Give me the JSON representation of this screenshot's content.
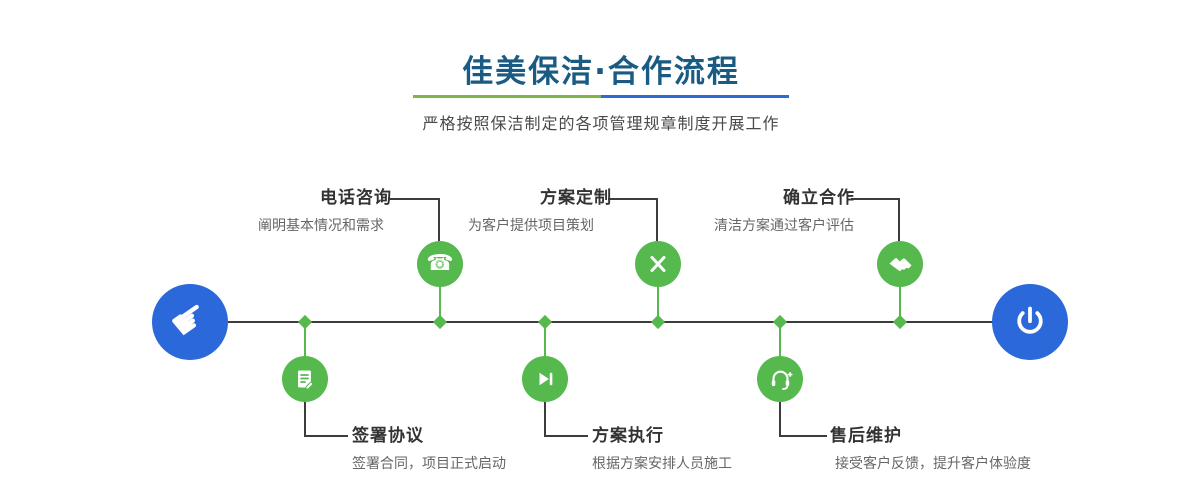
{
  "header": {
    "title": "佳美保洁·合作流程",
    "subtitle": "严格按照保洁制定的各项管理规章制度开展工作"
  },
  "process": {
    "start": {
      "icon": "hand-pointer-icon"
    },
    "end": {
      "icon": "power-icon"
    },
    "steps_top": [
      {
        "title": "电话咨询",
        "desc": "阐明基本情况和需求",
        "icon": "phone-icon"
      },
      {
        "title": "方案定制",
        "desc": "为客户提供项目策划",
        "icon": "pen-tools-icon"
      },
      {
        "title": "确立合作",
        "desc": "清洁方案通过客户评估",
        "icon": "handshake-icon"
      }
    ],
    "steps_bottom": [
      {
        "title": "签署协议",
        "desc": "签署合同，项目正式启动",
        "icon": "document-sign-icon"
      },
      {
        "title": "方案执行",
        "desc": "根据方案安排人员施工",
        "icon": "play-next-icon"
      },
      {
        "title": "售后维护",
        "desc": "接受客户反馈，提升客户体验度",
        "icon": "headset-icon"
      }
    ]
  },
  "colors": {
    "green": "#55b94e",
    "blue": "#2b68d9",
    "title": "#1a5b83",
    "line": "#3c3c3c",
    "divider-green": "#7ab648",
    "divider-blue": "#2e6ad3"
  }
}
